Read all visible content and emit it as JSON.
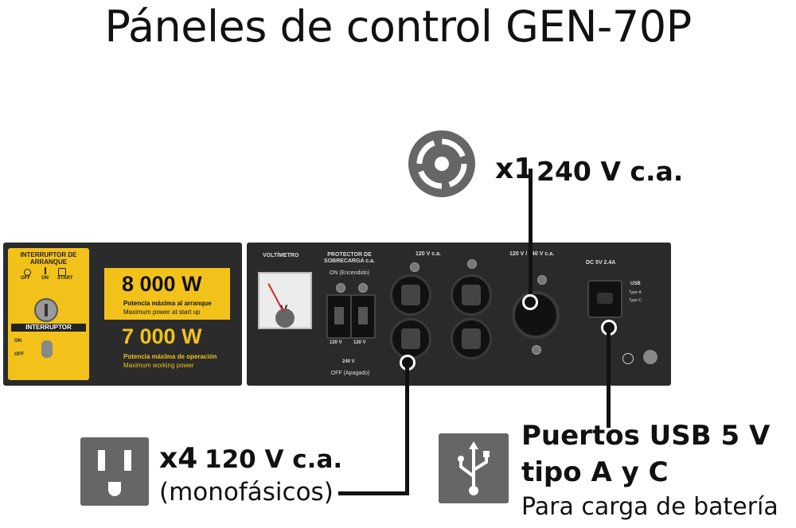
{
  "title": "Páneles de control GEN-70P",
  "left_panel": {
    "interruptor_arranque": "INTERRUPTOR DE ARRANQUE",
    "off": "OFF",
    "on": "ON",
    "start": "START",
    "interruptor": "INTERRUPTOR",
    "on2": "ON",
    "off2": "OFF",
    "p8000": "8 000 W",
    "p8000_sub1": "Potencia máxima al arranque",
    "p8000_sub2": "Maximum power at start up",
    "p7000": "7 000 W",
    "p7000_sub1": "Potencia máxima de operación",
    "p7000_sub2": "Maximum working power"
  },
  "right_panel": {
    "voltimetro": "VOLTÍMETRO",
    "protector_1": "PROTECTOR DE",
    "protector_2": "SOBRECARGA c.a.",
    "on_encendido": "ON (Encendido)",
    "b120a": "120 V",
    "b120b": "120 V",
    "b240": "240 V",
    "off_apagado": "OFF (Apagado)",
    "v120": "120 V c.a.",
    "v120_240": "120 V / 240 V c.a.",
    "dc": "DC 5V 2.4A",
    "usb": "USB",
    "type_a": "Type-A",
    "type_c": "Type-C",
    "volt_v": "V"
  },
  "callouts": {
    "c240_count": "x1",
    "c240_text": "240 V c.a.",
    "c120_count": "x4",
    "c120_text": "120 V c.a.",
    "c120_sub": "(monofásicos)",
    "usb_line1": "Puertos USB 5 V",
    "usb_line2": "tipo A y C",
    "usb_line3": "Para carga de batería"
  },
  "colors": {
    "yellow": "#f2c21b",
    "panel": "#2a2a2a",
    "icon_gray": "#666666"
  },
  "icons": [
    "twist-lock-outlet-icon",
    "nema-outlet-icon",
    "usb-icon"
  ]
}
